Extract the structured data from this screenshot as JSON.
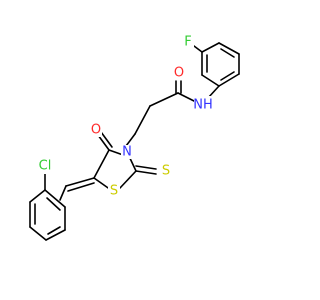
{
  "molecule": {
    "atoms": {
      "F": {
        "text": "F",
        "color": "#33cc33"
      },
      "NH": {
        "text": "NH",
        "color": "#3333ff"
      },
      "O_amide": {
        "text": "O",
        "color": "#ff2a2a"
      },
      "N_ring": {
        "text": "N",
        "color": "#3333ff"
      },
      "O_ring": {
        "text": "O",
        "color": "#ff2a2a"
      },
      "S_thione": {
        "text": "S",
        "color": "#cccc00"
      },
      "S_ring": {
        "text": "S",
        "color": "#cccc00"
      },
      "Cl": {
        "text": "Cl",
        "color": "#33cc33"
      }
    }
  }
}
